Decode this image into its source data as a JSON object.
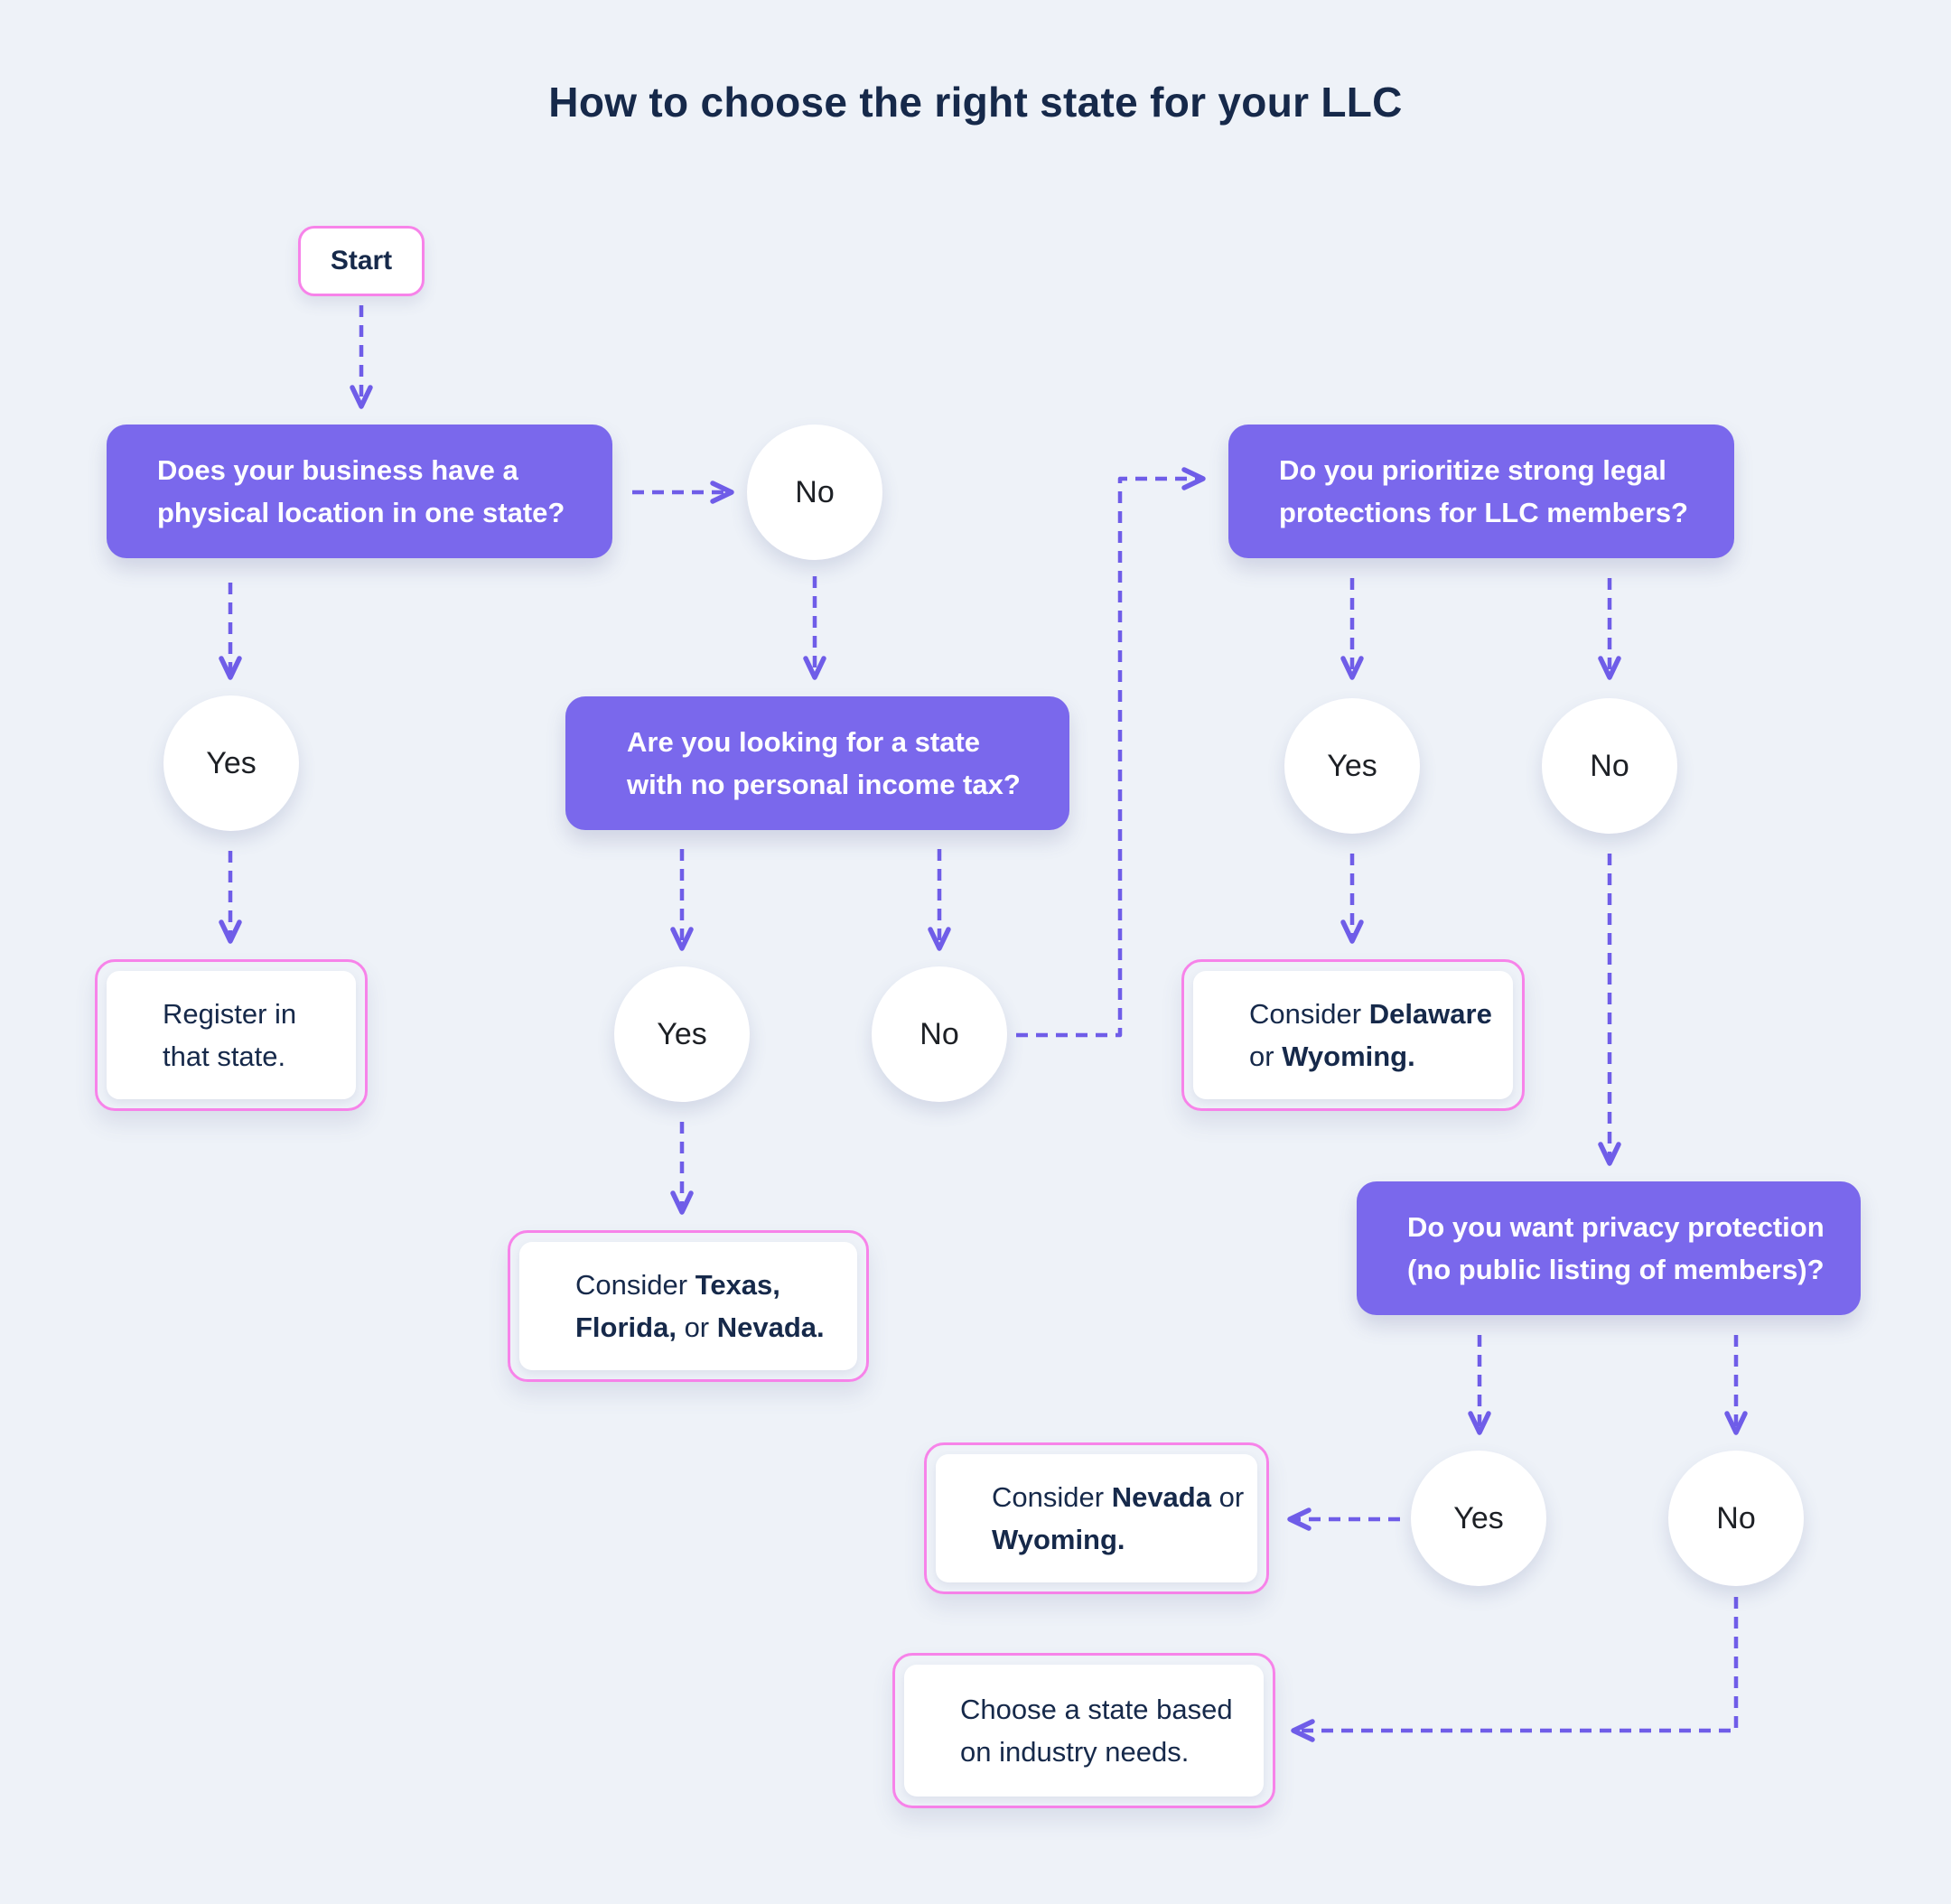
{
  "colors": {
    "bg": "#eef2f8",
    "purple": "#7a68ec",
    "arrow": "#6f5de8",
    "pink": "#f783e9",
    "navy": "#16294a",
    "circle-text": "#1d2025",
    "white": "#ffffff"
  },
  "title": "How to choose the right state for your LLC",
  "start": {
    "label": "Start"
  },
  "questions": {
    "physical": {
      "line1": "Does your business have a",
      "line2": "physical location in one state?"
    },
    "income_tax": {
      "line1": "Are you looking for a state",
      "line2": "with no personal income tax?"
    },
    "legal": {
      "line1": "Do you prioritize strong legal",
      "line2": "protections for LLC members?"
    },
    "privacy": {
      "line1": "Do you want privacy protection",
      "line2": "(no public listing of members)?"
    }
  },
  "circles": {
    "no_top": "No",
    "yes_left": "Yes",
    "yes_mid": "Yes",
    "no_mid": "No",
    "yes_right": "Yes",
    "no_right": "No",
    "yes_bottom": "Yes",
    "no_bottom": "No"
  },
  "outcomes": {
    "register": {
      "line1": "Register in",
      "line2": "that state."
    },
    "delaware": {
      "l1_normal": "Consider ",
      "l1_bold": "Delaware",
      "l2_normal": "or ",
      "l2_bold": "Wyoming."
    },
    "texas": {
      "l1_normal": "Consider ",
      "l1_bold": "Texas,",
      "l2_bold1": "Florida,",
      "l2_normal": " or ",
      "l2_bold2": "Nevada."
    },
    "nevada": {
      "l1_normal": "Consider ",
      "l1_bold": "Nevada",
      "l1_normal2": " or",
      "l2_bold": "Wyoming."
    },
    "choose": {
      "line1": "Choose a state based",
      "line2": "on industry needs."
    }
  }
}
